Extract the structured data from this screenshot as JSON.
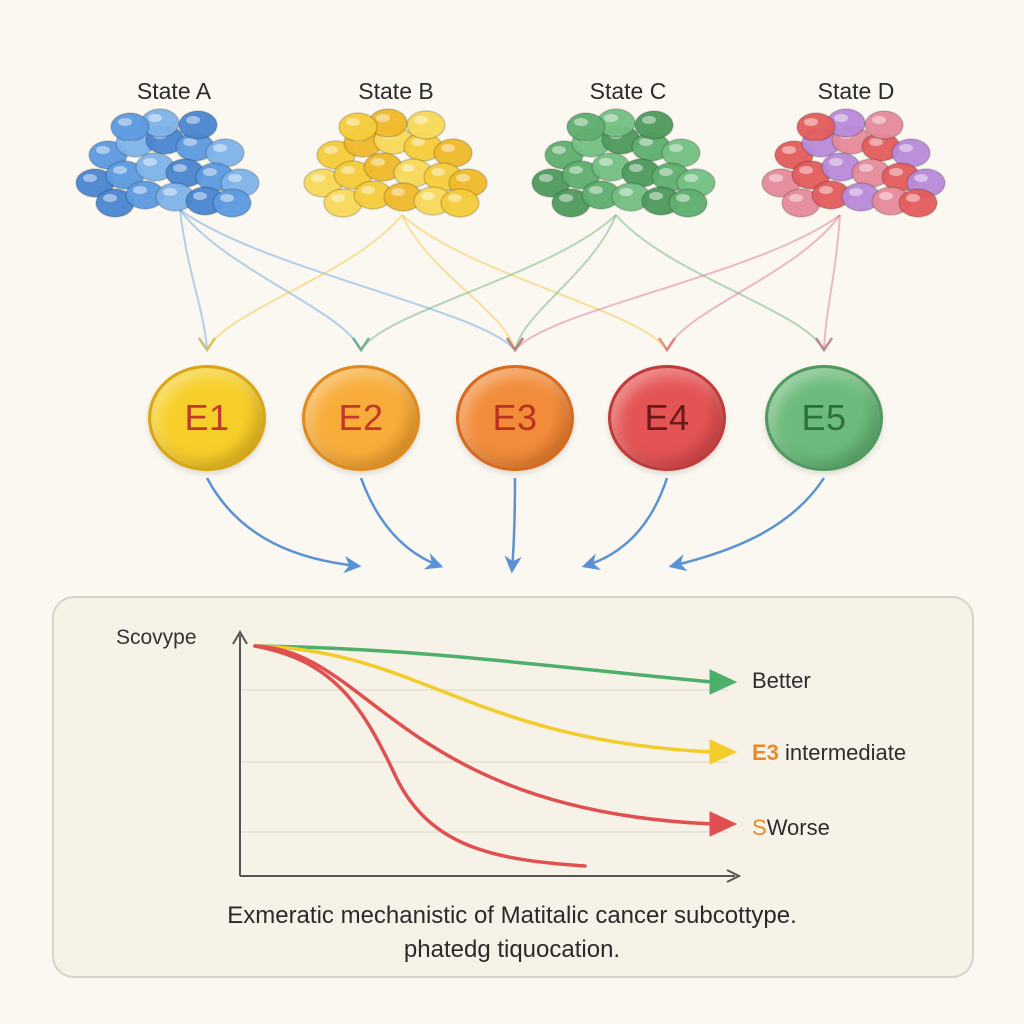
{
  "states": [
    {
      "label": "State A",
      "color": "#5b9be0",
      "colors": [
        "#5b9be0",
        "#7fb3ea",
        "#4a86d0"
      ]
    },
    {
      "label": "State B",
      "color": "#f1c232",
      "colors": [
        "#f5cc3a",
        "#f0b92a",
        "#f8d95a"
      ]
    },
    {
      "label": "State C",
      "color": "#5fae6e",
      "colors": [
        "#5fae6e",
        "#74c083",
        "#4f9a5e"
      ]
    },
    {
      "label": "State D",
      "color": "#d86a8a",
      "colors": [
        "#e35d5d",
        "#b88ad8",
        "#e58a9a"
      ]
    }
  ],
  "subtypes": [
    {
      "label": "E1",
      "fill": "#f7cf2a",
      "stroke": "#d9a512",
      "text": "#c0392b"
    },
    {
      "label": "E2",
      "fill": "#f8ad3a",
      "stroke": "#e08a1c",
      "text": "#c0392b"
    },
    {
      "label": "E3",
      "fill": "#f28c3a",
      "stroke": "#d8691e",
      "text": "#b8321f"
    },
    {
      "label": "E4",
      "fill": "#e55454",
      "stroke": "#c23a3a",
      "text": "#6b1a1a"
    },
    {
      "label": "E5",
      "fill": "#6dbb7c",
      "stroke": "#4f9a5e",
      "text": "#2f6f3c"
    }
  ],
  "panel": {
    "ylabel": "Scovype",
    "outcomes": [
      {
        "prefix": "",
        "label": "Better",
        "color": "#4caf6a"
      },
      {
        "prefix": "E3",
        "label": "intermediate",
        "color": "#f2cc2a"
      },
      {
        "prefix": "S",
        "label": "Worse",
        "color": "#e05050"
      }
    ],
    "caption_line1": "Exmeratic mechanistic of Matitalic cancer subcottype.",
    "caption_line2": "phatedg tiquocation."
  }
}
